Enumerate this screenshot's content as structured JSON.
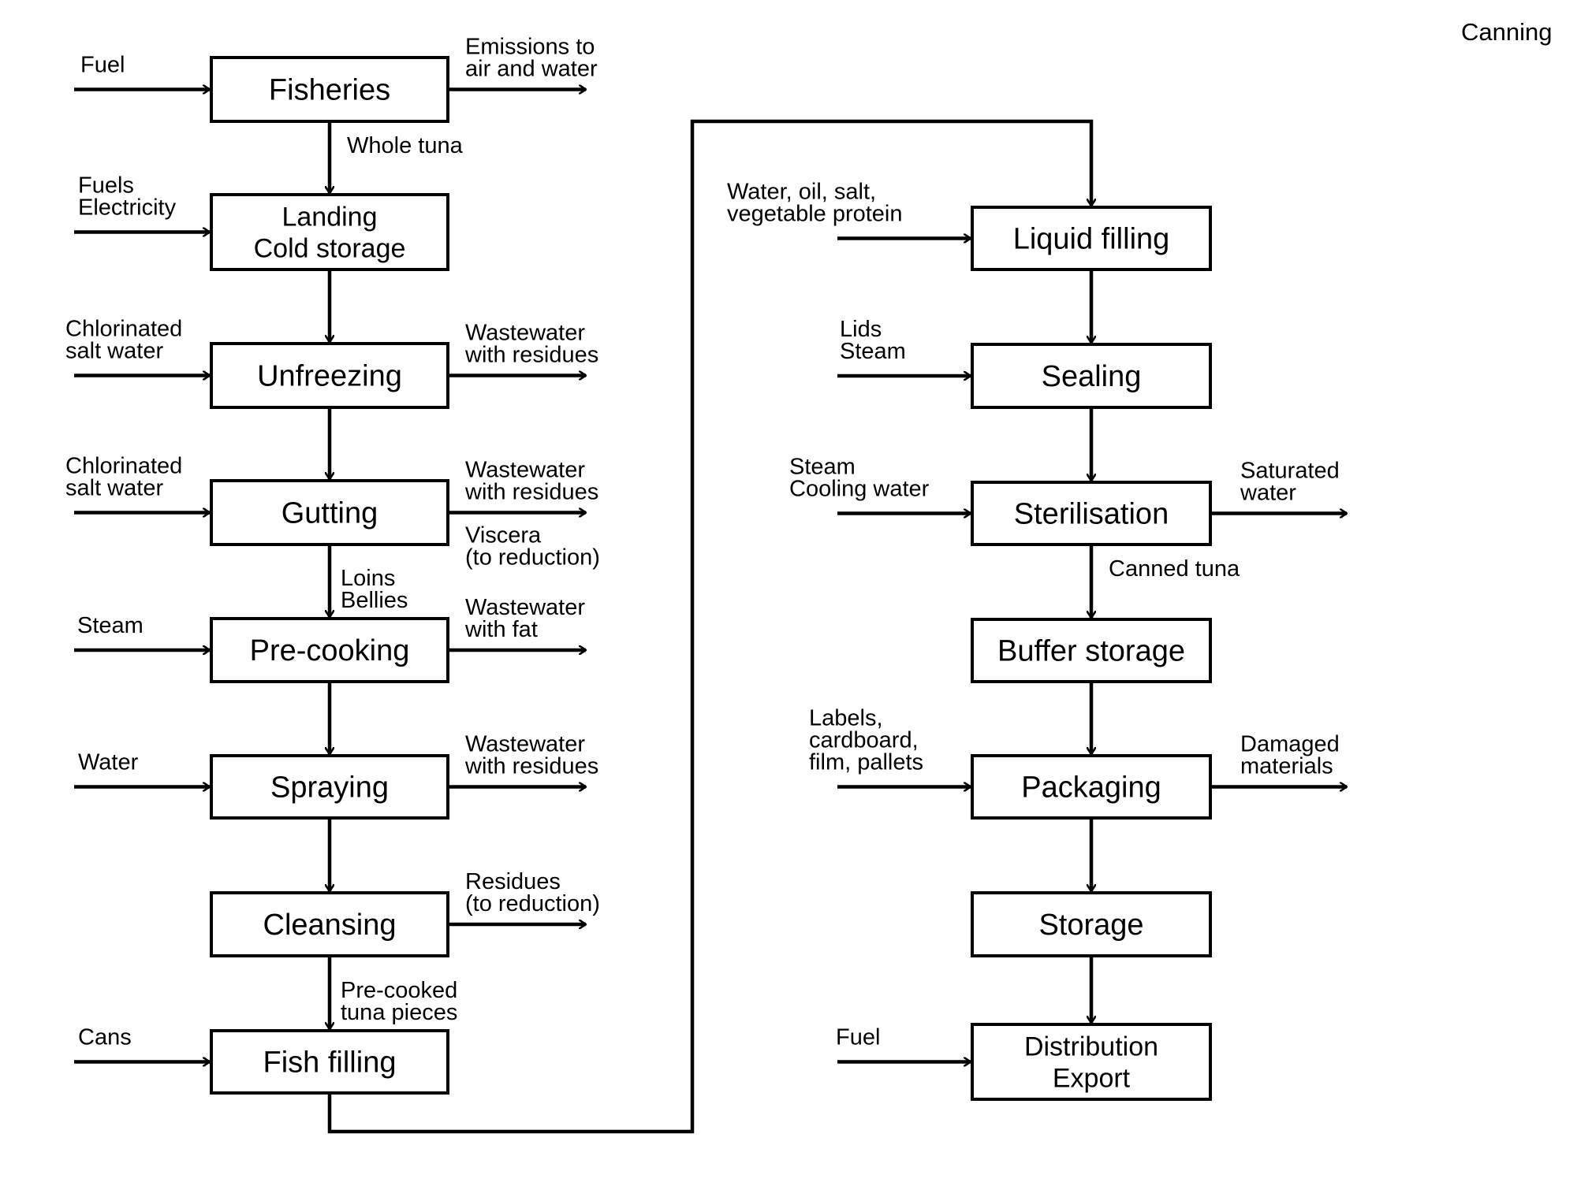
{
  "title": "Canning",
  "colors": {
    "stroke": "#000000",
    "background": "#ffffff",
    "text": "#000000"
  },
  "left_column": {
    "steps": [
      {
        "id": "fisheries",
        "lines": [
          "Fisheries"
        ]
      },
      {
        "id": "landing",
        "lines": [
          "Landing",
          "Cold storage"
        ]
      },
      {
        "id": "unfreezing",
        "lines": [
          "Unfreezing"
        ]
      },
      {
        "id": "gutting",
        "lines": [
          "Gutting"
        ]
      },
      {
        "id": "precooking",
        "lines": [
          "Pre-cooking"
        ]
      },
      {
        "id": "spraying",
        "lines": [
          "Spraying"
        ]
      },
      {
        "id": "cleansing",
        "lines": [
          "Cleansing"
        ]
      },
      {
        "id": "fishfilling",
        "lines": [
          "Fish filling"
        ]
      }
    ],
    "inputs": [
      {
        "step": "fisheries",
        "lines": [
          "Fuel"
        ]
      },
      {
        "step": "landing",
        "lines": [
          "Fuels",
          "Electricity"
        ]
      },
      {
        "step": "unfreezing",
        "lines": [
          "Chlorinated",
          "salt water"
        ]
      },
      {
        "step": "gutting",
        "lines": [
          "Chlorinated",
          "salt water"
        ]
      },
      {
        "step": "precooking",
        "lines": [
          "Steam"
        ]
      },
      {
        "step": "spraying",
        "lines": [
          "Water"
        ]
      },
      {
        "step": "fishfilling",
        "lines": [
          "Cans"
        ]
      }
    ],
    "outputs": [
      {
        "step": "fisheries",
        "lines": [
          "Emissions to",
          "air and water"
        ]
      },
      {
        "step": "unfreezing",
        "lines": [
          "Wastewater",
          "with residues"
        ]
      },
      {
        "step": "gutting",
        "lines": [
          "Wastewater",
          "with residues"
        ],
        "below_lines": [
          "Viscera",
          "(to reduction)"
        ]
      },
      {
        "step": "precooking",
        "lines": [
          "Wastewater",
          "with fat"
        ]
      },
      {
        "step": "spraying",
        "lines": [
          "Wastewater",
          "with residues"
        ]
      },
      {
        "step": "cleansing",
        "lines": [
          "Residues",
          "(to reduction)"
        ]
      }
    ],
    "flow_labels": [
      {
        "between": [
          "fisheries",
          "landing"
        ],
        "lines": [
          "Whole tuna"
        ]
      },
      {
        "between": [
          "gutting",
          "precooking"
        ],
        "lines": [
          "Loins",
          "Bellies"
        ]
      },
      {
        "between": [
          "cleansing",
          "fishfilling"
        ],
        "lines": [
          "Pre-cooked",
          "tuna pieces"
        ]
      }
    ]
  },
  "right_column": {
    "steps": [
      {
        "id": "liquidfilling",
        "lines": [
          "Liquid filling"
        ]
      },
      {
        "id": "sealing",
        "lines": [
          "Sealing"
        ]
      },
      {
        "id": "sterilisation",
        "lines": [
          "Sterilisation"
        ]
      },
      {
        "id": "bufferstorage",
        "lines": [
          "Buffer storage"
        ]
      },
      {
        "id": "packaging",
        "lines": [
          "Packaging"
        ]
      },
      {
        "id": "storage",
        "lines": [
          "Storage"
        ]
      },
      {
        "id": "distribution",
        "lines": [
          "Distribution",
          "Export"
        ]
      }
    ],
    "inputs": [
      {
        "step": "liquidfilling",
        "lines": [
          "Water, oil, salt,",
          "vegetable protein"
        ]
      },
      {
        "step": "sealing",
        "lines": [
          "Lids",
          "Steam"
        ]
      },
      {
        "step": "sterilisation",
        "lines": [
          "Steam",
          "Cooling water"
        ]
      },
      {
        "step": "packaging",
        "lines": [
          "Labels,",
          "cardboard,",
          "film, pallets"
        ]
      },
      {
        "step": "distribution",
        "lines": [
          "Fuel"
        ]
      }
    ],
    "outputs": [
      {
        "step": "sterilisation",
        "lines": [
          "Saturated",
          "water"
        ]
      },
      {
        "step": "packaging",
        "lines": [
          "Damaged",
          "materials"
        ]
      }
    ],
    "flow_labels": [
      {
        "between": [
          "sterilisation",
          "bufferstorage"
        ],
        "lines": [
          "Canned tuna"
        ]
      }
    ]
  }
}
